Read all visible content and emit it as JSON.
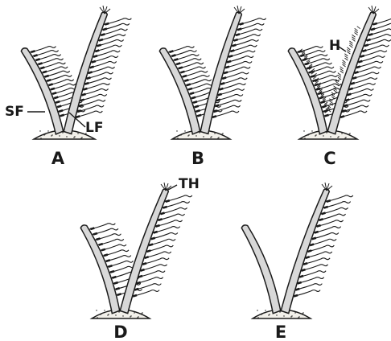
{
  "figure": {
    "panels": [
      {
        "id": "A",
        "label": "A",
        "short_filament_setae": true,
        "setae_hairs": false,
        "distal_setae": "many"
      },
      {
        "id": "B",
        "label": "B",
        "short_filament_setae": true,
        "setae_hairs": false,
        "distal_setae": "many"
      },
      {
        "id": "C",
        "label": "C",
        "short_filament_setae": true,
        "setae_hairs": true,
        "distal_setae": "many"
      },
      {
        "id": "D",
        "label": "D",
        "short_filament_setae": true,
        "setae_hairs": false,
        "distal_setae": "few"
      },
      {
        "id": "E",
        "label": "E",
        "short_filament_setae": false,
        "setae_hairs": false,
        "distal_setae": "few"
      }
    ],
    "annotations": {
      "short_filament": "SF",
      "long_filament": "LF",
      "hairs": "H",
      "terminal_hairs": "TH"
    },
    "colors": {
      "filament_fill": "#d8d8d8",
      "outline": "#1a1a1a",
      "base_fill": "#f2f0ea"
    }
  }
}
